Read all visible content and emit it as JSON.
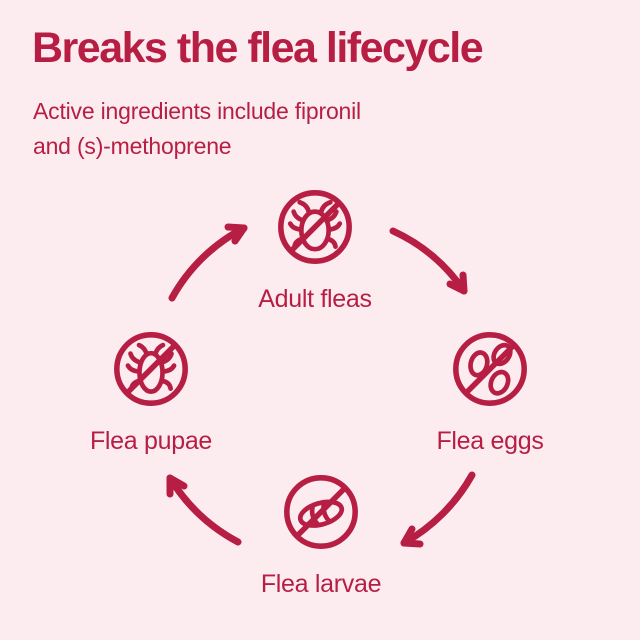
{
  "page": {
    "title": "Breaks the flea lifecycle",
    "subtitle_lines": [
      "Active ingredients include fipronil",
      "and (s)-methoprene"
    ]
  },
  "colors": {
    "background": "#FCECEF",
    "accent": "#B71E44"
  },
  "diagram": {
    "type": "cycle",
    "direction": "clockwise",
    "stages": [
      {
        "label": "Adult fleas",
        "icon": "no-adult-fleas-icon",
        "position": "top"
      },
      {
        "label": "Flea eggs",
        "icon": "no-flea-eggs-icon",
        "position": "right"
      },
      {
        "label": "Flea larvae",
        "icon": "no-flea-larvae-icon",
        "position": "bottom"
      },
      {
        "label": "Flea pupae",
        "icon": "no-flea-pupae-icon",
        "position": "left"
      }
    ],
    "arrows": [
      {
        "name": "pupae-to-adult"
      },
      {
        "name": "adult-to-eggs"
      },
      {
        "name": "eggs-to-larvae"
      },
      {
        "name": "larvae-to-pupae"
      }
    ]
  }
}
